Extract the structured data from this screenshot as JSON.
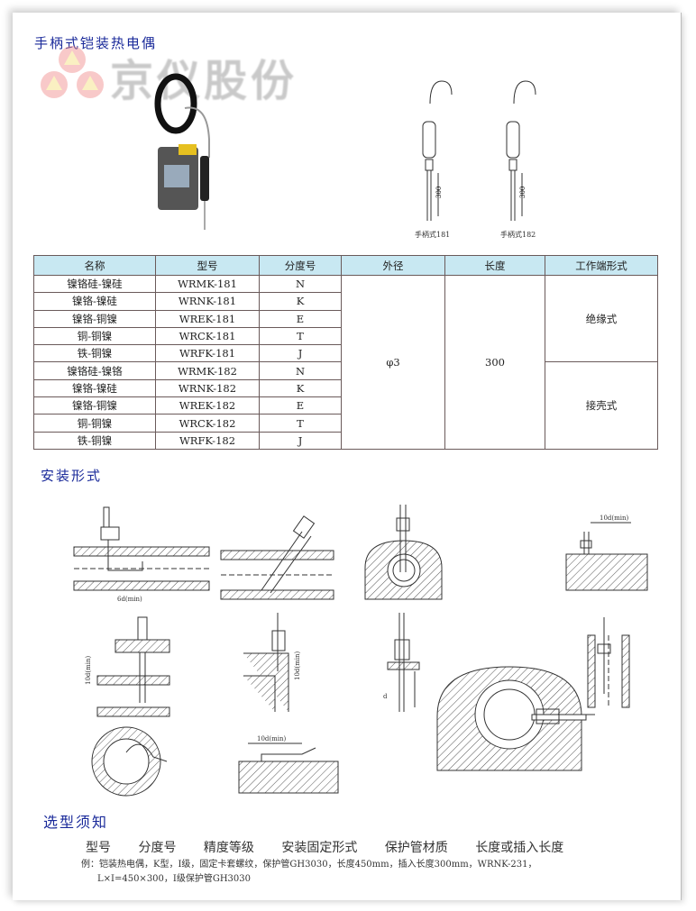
{
  "page_title": "手柄式铠装热电偶",
  "watermark": {
    "text": "京仪股份"
  },
  "drawings": {
    "label_181": "手柄式181",
    "label_182": "手柄式182",
    "dim": "300"
  },
  "table": {
    "headers": [
      "名称",
      "型号",
      "分度号",
      "外径",
      "长度",
      "工作端形式"
    ],
    "rows": [
      [
        "镍铬硅-镍硅",
        "WRMK-181",
        "N"
      ],
      [
        "镍铬-镍硅",
        "WRNK-181",
        "K"
      ],
      [
        "镍铬-铜镍",
        "WREK-181",
        "E"
      ],
      [
        "铜-铜镍",
        "WRCK-181",
        "T"
      ],
      [
        "铁-铜镍",
        "WRFK-181",
        "J"
      ],
      [
        "镍铬硅-镍铬",
        "WRMK-182",
        "N"
      ],
      [
        "镍铬-镍硅",
        "WRNK-182",
        "K"
      ],
      [
        "镍铬-铜镍",
        "WREK-182",
        "E"
      ],
      [
        "铜-铜镍",
        "WRCK-182",
        "T"
      ],
      [
        "铁-铜镍",
        "WRFK-182",
        "J"
      ]
    ],
    "diameter": "φ3",
    "length": "300",
    "end_type_1": "绝缘式",
    "end_type_2": "接壳式"
  },
  "install": {
    "title": "安装形式",
    "dim_10d": "10d(min)",
    "dim_6d": "6d(min)",
    "dim_d": "d"
  },
  "selection": {
    "title": "选型须知",
    "fields": [
      "型号",
      "分度号",
      "精度等级",
      "安装固定形式",
      "保护管材质",
      "长度或插入长度"
    ],
    "example_line1": "例：铠装热电偶，K型，I级，固定卡套螺纹，保护管GH3030，长度450mm，插入长度300mm，WRNK-231，",
    "example_line2": "L×I=450×300，I级保护管GH3030"
  },
  "colors": {
    "heading": "#1a2a9a",
    "table_header": "#c8e8f2"
  }
}
